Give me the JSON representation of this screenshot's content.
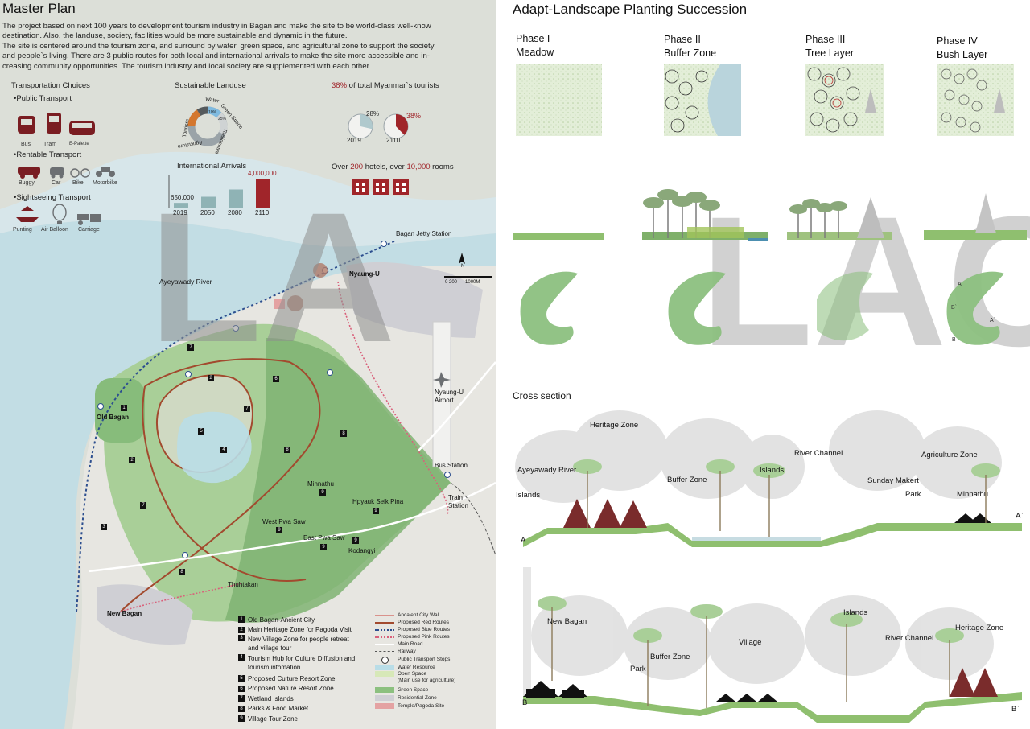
{
  "master_plan": {
    "title": "Master Plan",
    "intro": [
      "The project based on next 100 years to development tourism industry in Bagan and make the site to be world-class well-know",
      "destination. Also, the landuse, society, facilities would be more sustainable and dynamic in the future.",
      "The site is centered around the tourism zone, and surround by water, green space, and agricultural zone to support the society",
      "and people`s living. There are 3 public routes for both local and international arrivals to make the site more accessible and in-",
      "creasing community opportunities. The tourism industry and local society are supplemented with each other."
    ],
    "transport": {
      "heading": "Transportation Choices",
      "public": {
        "title": "•Public Transport",
        "items": [
          "Bus",
          "Tram",
          "E-Palette"
        ]
      },
      "rentable": {
        "title": "•Rentable Transport",
        "items": [
          "Buggy",
          "Car",
          "Bike",
          "Motorbike"
        ]
      },
      "sightseeing": {
        "title": "•Sightseeing Transport",
        "items": [
          "Punting",
          "Air Balloon",
          "Carriage"
        ]
      }
    },
    "landuse": {
      "heading": "Sustainable Landuse",
      "labels": [
        "Water",
        "Green Space",
        "Residential",
        "Agriculture",
        "Tourism"
      ],
      "pcts": [
        "10%",
        "25%"
      ]
    },
    "tourists": {
      "heading_pct": "38%",
      "heading_rest": " of total Myanmar`s tourists",
      "y2019_pct": "28%",
      "y2019": "2019",
      "y2110_pct": "38%",
      "y2110": "2110"
    },
    "hotels": {
      "pre": "Over ",
      "n1": "200",
      "mid": " hotels, over ",
      "n2": "10,000",
      "post": " rooms"
    },
    "map_labels": {
      "jetty": "Bagan Jetty Station",
      "nyaung_u": "Nyaung-U",
      "river": "Ayeyawady River",
      "old_bagan": "Old Bagan",
      "new_bagan": "New Bagan",
      "airport": "Nyaung-U\nAirport",
      "bus_station": "Bus Station",
      "train_station": "Train\nStation",
      "minnathu": "Minnathu",
      "hpyauk": "Hpyauk Seik Pina",
      "west_pwa": "West Pwa Saw",
      "east_pwa": "East Pwa Saw",
      "kodangyi": "Kodangyi",
      "thuhtakan": "Thuhtakan",
      "north": "N",
      "scale": "0 200      1000M"
    },
    "zones": [
      {
        "n": "1",
        "label": "Old Bagan-Ancient City"
      },
      {
        "n": "2",
        "label": "Main Heritage Zone for Pagoda Visit"
      },
      {
        "n": "3",
        "label": "New Village Zone for people retreat\nand village tour"
      },
      {
        "n": "4",
        "label": "Tourism Hub for Culture Diffusion and\ntourism infomation"
      },
      {
        "n": "5",
        "label": "Proposed Culture Resort Zone"
      },
      {
        "n": "6",
        "label": "Proposed Nature Resort Zone"
      },
      {
        "n": "7",
        "label": "Wetland Islands"
      },
      {
        "n": "8",
        "label": "Parks & Food Market"
      },
      {
        "n": "9",
        "label": "Village Tour Zone"
      }
    ],
    "keys": [
      {
        "label": "Ancaient City Wall",
        "color": "#d9928c"
      },
      {
        "label": "Proposed Red Routes",
        "color": "#a24a2e"
      },
      {
        "label": "Proposed Blue Routes",
        "color": "#2d4f8f"
      },
      {
        "label": "Proposed Pink Routes",
        "color": "#d9607a"
      },
      {
        "label": "Main Road",
        "color": "#ffffff"
      },
      {
        "label": "Railway",
        "color": "#555555"
      },
      {
        "label": "Public Transport Stops",
        "color": "#ffffff"
      },
      {
        "label": "Water Resource",
        "color": "#b9dde7"
      },
      {
        "label": "Open Space\n(Main use for agriculture)",
        "color": "#d7e8b8"
      },
      {
        "label": "Green Space",
        "color": "#8cc07f"
      },
      {
        "label": "Residential Zone",
        "color": "#cfcfd4"
      },
      {
        "label": "Temple/Pagoda Site",
        "color": "#e4a2a2"
      }
    ],
    "watermark": "LA"
  },
  "chart_data": {
    "type": "bar",
    "title": "International Arrivals",
    "categories": [
      "2019",
      "2050",
      "2080",
      "2110"
    ],
    "values": [
      650000,
      1500000,
      2500000,
      4000000
    ],
    "value_labels": [
      "650,000",
      "",
      "",
      "4,000,000"
    ],
    "highlight_color": "#a0252a",
    "base_color": "#8fb3b5"
  },
  "succession": {
    "title": "Adapt-Landscape Planting Succession",
    "phases": [
      {
        "num": "Phase I",
        "name": "Meadow"
      },
      {
        "num": "Phase II",
        "name": "Buffer Zone"
      },
      {
        "num": "Phase III",
        "name": "Tree Layer"
      },
      {
        "num": "Phase IV",
        "name": "Bush Layer"
      }
    ],
    "plan_labels": [
      "A",
      "B`",
      "A`",
      "B"
    ],
    "watermark": "LAC"
  },
  "cross_section": {
    "title": "Cross section",
    "aa": {
      "start": "A",
      "end": "A`",
      "labels": [
        "Heritage Zone",
        "Ayeyawady River",
        "Islands",
        "Buffer Zone",
        "Islands",
        "River Channel",
        "Agriculture Zone",
        "Sunday Makert",
        "Park",
        "Minnathu"
      ]
    },
    "bb": {
      "start": "B",
      "end": "B`",
      "labels": [
        "New Bagan",
        "Park",
        "Buffer Zone",
        "Village",
        "Islands",
        "River Channel",
        "Heritage Zone"
      ]
    }
  }
}
